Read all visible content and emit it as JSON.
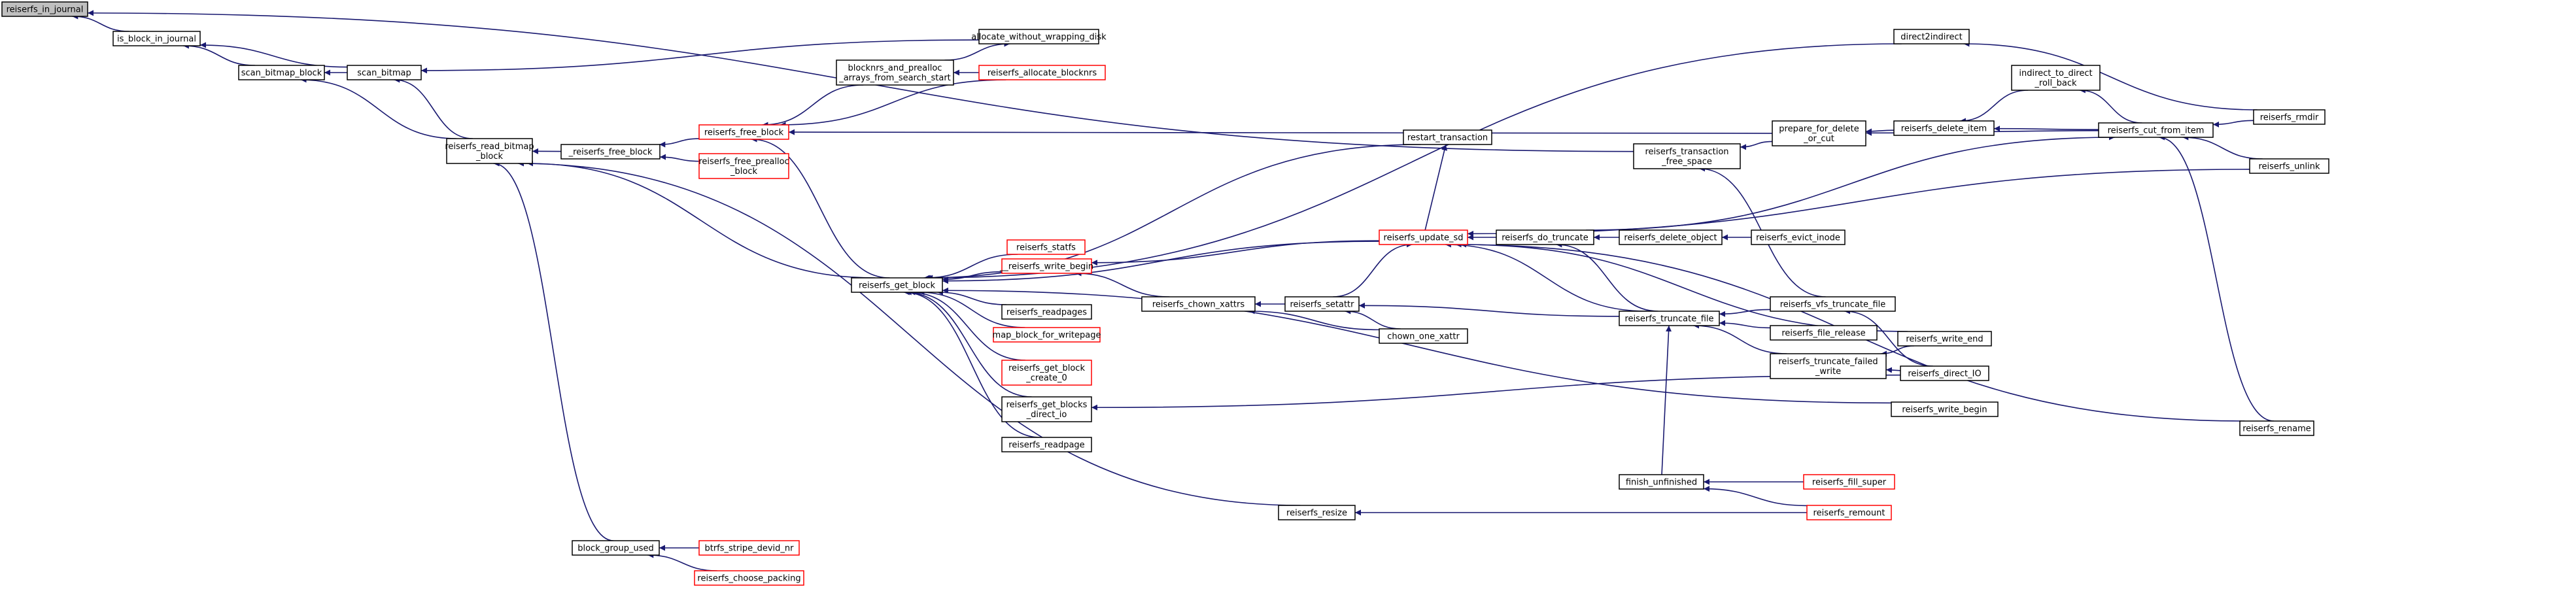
{
  "colors": {
    "edge": "#191970",
    "node_border": "#000000",
    "node_border_partial": "#ff0000",
    "root_fill": "#bfbfbf"
  },
  "nodes": [
    {
      "id": "in_journal",
      "lines": [
        "reiserfs_in_journal"
      ],
      "root": true,
      "partial": false
    },
    {
      "id": "is_block",
      "lines": [
        "is_block_in_journal"
      ],
      "partial": false
    },
    {
      "id": "scan_bitmap_block",
      "lines": [
        "scan_bitmap_block"
      ],
      "partial": false
    },
    {
      "id": "scan_bitmap",
      "lines": [
        "scan_bitmap"
      ],
      "partial": false
    },
    {
      "id": "read_bitmap",
      "lines": [
        "reiserfs_read_bitmap",
        "_block"
      ],
      "partial": false
    },
    {
      "id": "_free_block",
      "lines": [
        "_reiserfs_free_block"
      ],
      "partial": false
    },
    {
      "id": "free_block",
      "lines": [
        "reiserfs_free_block"
      ],
      "partial": true
    },
    {
      "id": "free_prealloc",
      "lines": [
        "reiserfs_free_prealloc",
        "_block"
      ],
      "partial": true
    },
    {
      "id": "blocknrs_prealloc",
      "lines": [
        "blocknrs_and_prealloc",
        "_arrays_from_search_start"
      ],
      "partial": false
    },
    {
      "id": "alloc_wrapping",
      "lines": [
        "allocate_without_wrapping_disk"
      ],
      "partial": false
    },
    {
      "id": "alloc_blocknrs",
      "lines": [
        "reiserfs_allocate_blocknrs"
      ],
      "partial": true
    },
    {
      "id": "get_block",
      "lines": [
        "reiserfs_get_block"
      ],
      "partial": false
    },
    {
      "id": "statfs",
      "lines": [
        "reiserfs_statfs"
      ],
      "partial": true
    },
    {
      "id": "write_begin_",
      "lines": [
        "__reiserfs_write_begin"
      ],
      "partial": true
    },
    {
      "id": "readpages",
      "lines": [
        "reiserfs_readpages"
      ],
      "partial": false
    },
    {
      "id": "map_block",
      "lines": [
        "map_block_for_writepage"
      ],
      "partial": true
    },
    {
      "id": "get_block_create",
      "lines": [
        "reiserfs_get_block",
        "_create_0"
      ],
      "partial": true
    },
    {
      "id": "get_blocks_dio",
      "lines": [
        "reiserfs_get_blocks",
        "_direct_io"
      ],
      "partial": false
    },
    {
      "id": "readpage",
      "lines": [
        "reiserfs_readpage"
      ],
      "partial": false
    },
    {
      "id": "update_sd",
      "lines": [
        "reiserfs_update_sd"
      ],
      "partial": true
    },
    {
      "id": "restart_trans",
      "lines": [
        "restart_transaction"
      ],
      "partial": false
    },
    {
      "id": "chown_xattrs",
      "lines": [
        "reiserfs_chown_xattrs"
      ],
      "partial": false
    },
    {
      "id": "setattr",
      "lines": [
        "reiserfs_setattr"
      ],
      "partial": false
    },
    {
      "id": "chown_one",
      "lines": [
        "chown_one_xattr"
      ],
      "partial": false
    },
    {
      "id": "block_group",
      "lines": [
        "block_group_used"
      ],
      "partial": false
    },
    {
      "id": "btrfs_stripe",
      "lines": [
        "btrfs_stripe_devid_nr"
      ],
      "partial": true
    },
    {
      "id": "choose_packing",
      "lines": [
        "reiserfs_choose_packing"
      ],
      "partial": true
    },
    {
      "id": "resize",
      "lines": [
        "reiserfs_resize"
      ],
      "partial": false
    },
    {
      "id": "do_truncate",
      "lines": [
        "reiserfs_do_truncate"
      ],
      "partial": false
    },
    {
      "id": "delete_object",
      "lines": [
        "reiserfs_delete_object"
      ],
      "partial": false
    },
    {
      "id": "evict_inode",
      "lines": [
        "reiserfs_evict_inode"
      ],
      "partial": false
    },
    {
      "id": "truncate_file",
      "lines": [
        "reiserfs_truncate_file"
      ],
      "partial": false
    },
    {
      "id": "vfs_truncate",
      "lines": [
        "reiserfs_vfs_truncate_file"
      ],
      "partial": false
    },
    {
      "id": "file_release",
      "lines": [
        "reiserfs_file_release"
      ],
      "partial": false
    },
    {
      "id": "truncate_failed",
      "lines": [
        "reiserfs_truncate_failed",
        "_write"
      ],
      "partial": false
    },
    {
      "id": "write_end",
      "lines": [
        "reiserfs_write_end"
      ],
      "partial": false
    },
    {
      "id": "direct_io",
      "lines": [
        "reiserfs_direct_IO"
      ],
      "partial": false
    },
    {
      "id": "write_begin",
      "lines": [
        "reiserfs_write_begin"
      ],
      "partial": false
    },
    {
      "id": "finish_unfinished",
      "lines": [
        "finish_unfinished"
      ],
      "partial": false
    },
    {
      "id": "fill_super",
      "lines": [
        "reiserfs_fill_super"
      ],
      "partial": true
    },
    {
      "id": "remount",
      "lines": [
        "reiserfs_remount"
      ],
      "partial": true
    },
    {
      "id": "trans_free_space",
      "lines": [
        "reiserfs_transaction",
        "_free_space"
      ],
      "partial": false
    },
    {
      "id": "prepare_delete",
      "lines": [
        "prepare_for_delete",
        "_or_cut"
      ],
      "partial": false
    },
    {
      "id": "delete_item",
      "lines": [
        "reiserfs_delete_item"
      ],
      "partial": false
    },
    {
      "id": "direct2indirect",
      "lines": [
        "direct2indirect"
      ],
      "partial": false
    },
    {
      "id": "indirect_to_direct",
      "lines": [
        "indirect_to_direct",
        "_roll_back"
      ],
      "partial": false
    },
    {
      "id": "cut_from_item",
      "lines": [
        "reiserfs_cut_from_item"
      ],
      "partial": false
    },
    {
      "id": "rmdir",
      "lines": [
        "reiserfs_rmdir"
      ],
      "partial": false
    },
    {
      "id": "unlink",
      "lines": [
        "reiserfs_unlink"
      ],
      "partial": false
    },
    {
      "id": "rename",
      "lines": [
        "reiserfs_rename"
      ],
      "partial": false
    }
  ],
  "edges": [
    [
      "is_block",
      "in_journal"
    ],
    [
      "trans_free_space",
      "in_journal"
    ],
    [
      "scan_bitmap_block",
      "is_block"
    ],
    [
      "scan_bitmap",
      "is_block"
    ],
    [
      "scan_bitmap",
      "scan_bitmap_block"
    ],
    [
      "read_bitmap",
      "scan_bitmap_block"
    ],
    [
      "alloc_wrapping",
      "scan_bitmap"
    ],
    [
      "read_bitmap",
      "scan_bitmap"
    ],
    [
      "_free_block",
      "read_bitmap"
    ],
    [
      "get_block",
      "read_bitmap"
    ],
    [
      "block_group",
      "read_bitmap"
    ],
    [
      "resize",
      "read_bitmap"
    ],
    [
      "free_block",
      "_free_block"
    ],
    [
      "free_prealloc",
      "_free_block"
    ],
    [
      "blocknrs_prealloc",
      "free_block"
    ],
    [
      "alloc_blocknrs",
      "free_block"
    ],
    [
      "get_block",
      "free_block"
    ],
    [
      "prepare_delete",
      "free_block"
    ],
    [
      "blocknrs_prealloc",
      "alloc_wrapping"
    ],
    [
      "alloc_blocknrs",
      "blocknrs_prealloc"
    ],
    [
      "restart_trans",
      "get_block"
    ],
    [
      "statfs",
      "get_block"
    ],
    [
      "write_begin_",
      "get_block"
    ],
    [
      "readpages",
      "get_block"
    ],
    [
      "map_block",
      "get_block"
    ],
    [
      "get_block_create",
      "get_block"
    ],
    [
      "get_blocks_dio",
      "get_block"
    ],
    [
      "readpage",
      "get_block"
    ],
    [
      "update_sd",
      "get_block"
    ],
    [
      "direct2indirect",
      "get_block"
    ],
    [
      "write_begin",
      "get_block"
    ],
    [
      "update_sd",
      "restart_trans"
    ],
    [
      "update_sd",
      "write_begin_"
    ],
    [
      "chown_xattrs",
      "write_begin_"
    ],
    [
      "setattr",
      "update_sd"
    ],
    [
      "do_truncate",
      "update_sd"
    ],
    [
      "truncate_file",
      "update_sd"
    ],
    [
      "write_end",
      "update_sd"
    ],
    [
      "unlink",
      "update_sd"
    ],
    [
      "rename",
      "update_sd"
    ],
    [
      "setattr",
      "chown_xattrs"
    ],
    [
      "chown_one",
      "chown_xattrs"
    ],
    [
      "chown_one",
      "setattr"
    ],
    [
      "truncate_file",
      "setattr"
    ],
    [
      "btrfs_stripe",
      "block_group"
    ],
    [
      "choose_packing",
      "block_group"
    ],
    [
      "remount",
      "resize"
    ],
    [
      "delete_object",
      "do_truncate"
    ],
    [
      "truncate_file",
      "do_truncate"
    ],
    [
      "evict_inode",
      "delete_object"
    ],
    [
      "vfs_truncate",
      "truncate_file"
    ],
    [
      "file_release",
      "truncate_file"
    ],
    [
      "truncate_failed",
      "truncate_file"
    ],
    [
      "finish_unfinished",
      "truncate_file"
    ],
    [
      "write_end",
      "truncate_failed"
    ],
    [
      "direct_io",
      "truncate_failed"
    ],
    [
      "direct_io",
      "get_blocks_dio"
    ],
    [
      "direct_io",
      "vfs_truncate"
    ],
    [
      "fill_super",
      "finish_unfinished"
    ],
    [
      "remount",
      "finish_unfinished"
    ],
    [
      "vfs_truncate",
      "trans_free_space"
    ],
    [
      "prepare_delete",
      "trans_free_space"
    ],
    [
      "delete_item",
      "prepare_delete"
    ],
    [
      "cut_from_item",
      "prepare_delete"
    ],
    [
      "indirect_to_direct",
      "delete_item"
    ],
    [
      "cut_from_item",
      "delete_item"
    ],
    [
      "do_truncate",
      "cut_from_item"
    ],
    [
      "cut_from_item",
      "indirect_to_direct"
    ],
    [
      "rmdir",
      "cut_from_item"
    ],
    [
      "unlink",
      "cut_from_item"
    ],
    [
      "rename",
      "cut_from_item"
    ],
    [
      "rmdir",
      "direct2indirect"
    ]
  ]
}
